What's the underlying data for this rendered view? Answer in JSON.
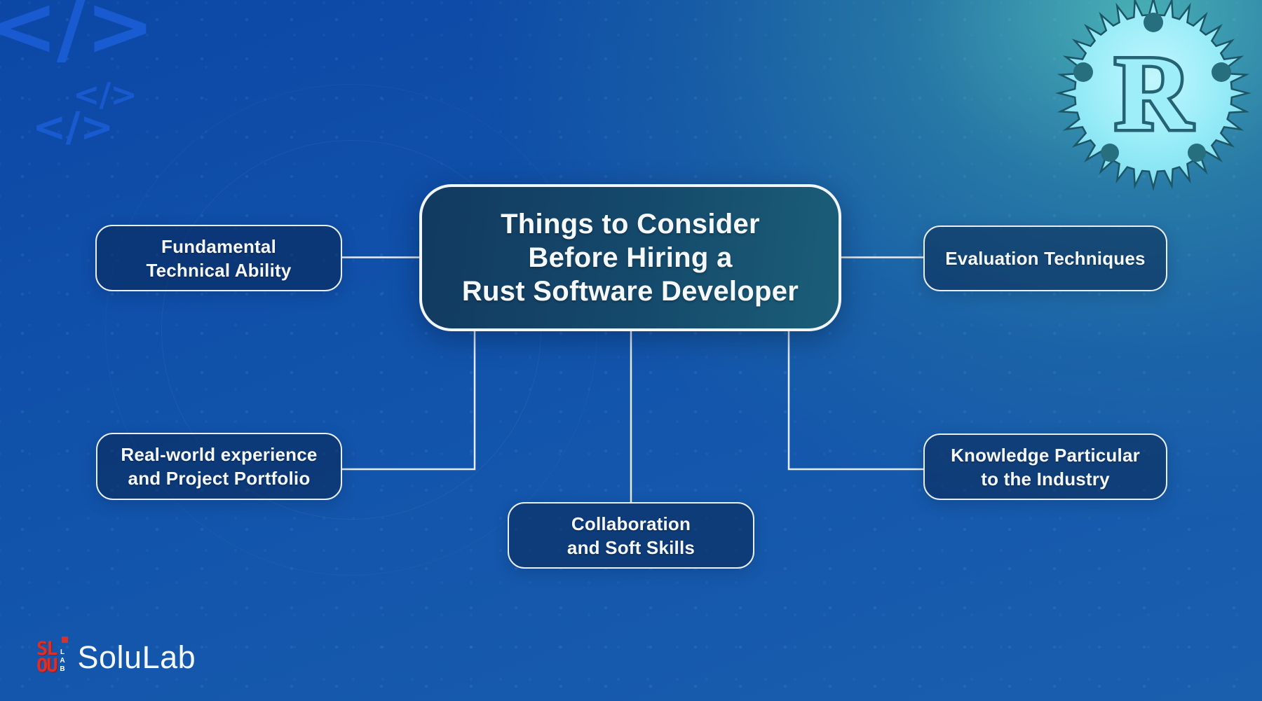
{
  "center": {
    "line1": "Things to Consider",
    "line2": "Before Hiring a",
    "line3": "Rust Software Developer"
  },
  "nodes": {
    "fundamental": {
      "line1": "Fundamental",
      "line2": "Technical Ability"
    },
    "realworld": {
      "line1": "Real-world experience",
      "line2": "and Project Portfolio"
    },
    "evaluation": {
      "line1": "Evaluation Techniques",
      "line2": ""
    },
    "knowledge": {
      "line1": "Knowledge Particular",
      "line2": "to the Industry"
    },
    "collaboration": {
      "line1": "Collaboration",
      "line2": "and Soft Skills"
    }
  },
  "branding": {
    "company": "SoluLab",
    "icon_row1": "SL",
    "icon_row2": "OU",
    "icon_vertical": "LAB"
  },
  "decor": {
    "code_glyph": "</>",
    "rust_letter": "R"
  },
  "colors": {
    "background_blue": "#0d49a8",
    "background_teal": "#3f968f",
    "node_border": "#e8eef5",
    "connector": "#e6edf4",
    "rust_cyan": "#8fe9f6",
    "brand_red": "#d9302b",
    "text": "#ffffff"
  }
}
